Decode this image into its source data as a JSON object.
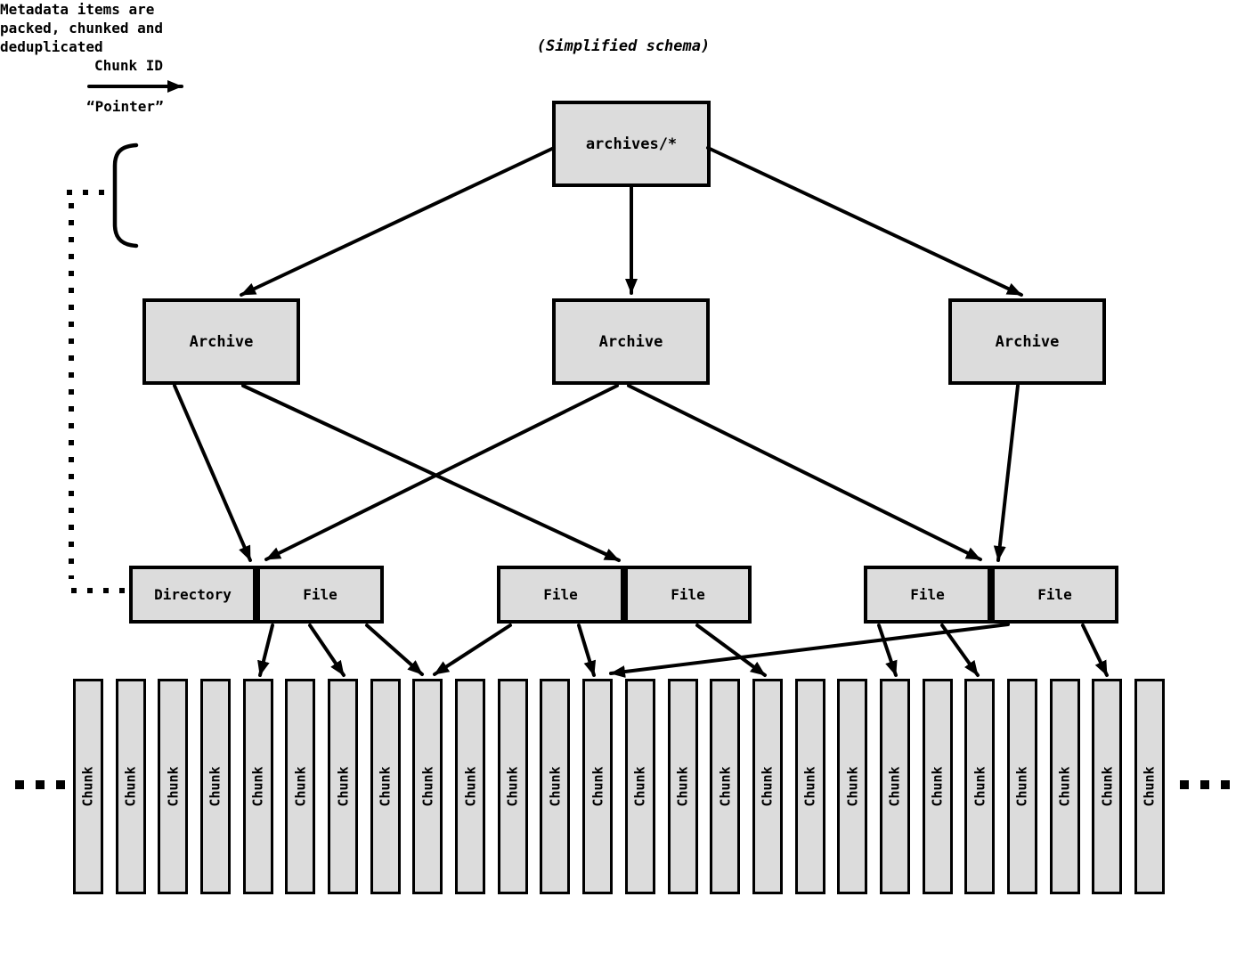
{
  "title": "(Simplified schema)",
  "legend": {
    "arrow_label": "Chunk ID",
    "arrow_caption": "“Pointer”"
  },
  "note": {
    "lines": [
      "Metadata items are",
      "packed, chunked and",
      "deduplicated"
    ]
  },
  "nodes": {
    "root": {
      "label": "archives/*"
    },
    "archives": [
      {
        "label": "Archive"
      },
      {
        "label": "Archive"
      },
      {
        "label": "Archive"
      }
    ],
    "pairs": [
      {
        "cells": [
          {
            "label": "Directory"
          },
          {
            "label": "File"
          }
        ]
      },
      {
        "cells": [
          {
            "label": "File"
          },
          {
            "label": "File"
          }
        ]
      },
      {
        "cells": [
          {
            "label": "File"
          },
          {
            "label": "File"
          }
        ]
      }
    ],
    "chunks": {
      "label": "Chunk",
      "count": 26
    }
  },
  "edges": [
    {
      "from": "root",
      "to": "archive-0"
    },
    {
      "from": "root",
      "to": "archive-1"
    },
    {
      "from": "root",
      "to": "archive-2"
    },
    {
      "from": "archive-0",
      "to": "pair-0"
    },
    {
      "from": "archive-0",
      "to": "pair-1"
    },
    {
      "from": "archive-1",
      "to": "pair-0"
    },
    {
      "from": "archive-1",
      "to": "pair-2"
    },
    {
      "from": "archive-2",
      "to": "pair-2"
    },
    {
      "from": "pair-0-file",
      "to": "chunk-4"
    },
    {
      "from": "pair-0-file",
      "to": "chunk-6"
    },
    {
      "from": "pair-0-file",
      "to": "chunk-8"
    },
    {
      "from": "pair-1-file-0",
      "to": "chunk-8"
    },
    {
      "from": "pair-1-file-0",
      "to": "chunk-12"
    },
    {
      "from": "pair-1-file-1",
      "to": "chunk-16"
    },
    {
      "from": "pair-2-file-0",
      "to": "chunk-19"
    },
    {
      "from": "pair-2-file-0",
      "to": "chunk-21"
    },
    {
      "from": "pair-2-file-1",
      "to": "chunk-12"
    },
    {
      "from": "pair-2-file-1",
      "to": "chunk-24"
    }
  ],
  "colors": {
    "box_fill": "#dcdcdc",
    "stroke": "#000000",
    "background": "#ffffff"
  }
}
